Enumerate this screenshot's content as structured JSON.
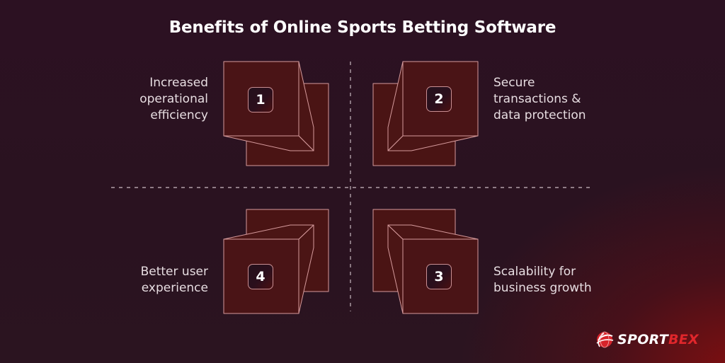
{
  "title": "Benefits of Online Sports Betting Software",
  "colors": {
    "background": "#2c1220",
    "glow": "#8c0e0e",
    "cube_fill": "#4a1414",
    "cube_stroke": "#d59a9c",
    "divider": "#c9b9c0",
    "text": "#e7dde1",
    "brand_red": "#e0262b"
  },
  "benefits": [
    {
      "number": "1",
      "position": "top-left",
      "lines": [
        "Increased",
        "operational",
        "efficiency"
      ]
    },
    {
      "number": "2",
      "position": "top-right",
      "lines": [
        "Secure",
        "transactions &",
        "data protection"
      ]
    },
    {
      "number": "3",
      "position": "bottom-right",
      "lines": [
        "Scalability for",
        "business growth"
      ]
    },
    {
      "number": "4",
      "position": "bottom-left",
      "lines": [
        "Better user",
        "experience"
      ]
    }
  ],
  "logo": {
    "icon": "globe-swoosh-icon",
    "text_white": "SPORT",
    "text_red": "BEX"
  }
}
